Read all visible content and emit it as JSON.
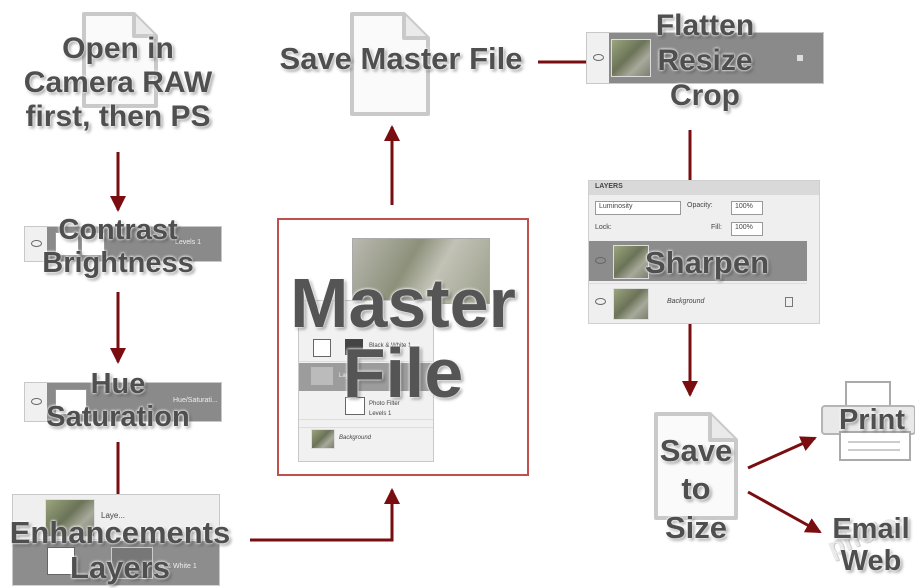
{
  "steps": {
    "open_camera_raw": [
      "Open in",
      "Camera RAW",
      "first, then PS"
    ],
    "contrast_brightness": [
      "Contrast",
      "Brightness"
    ],
    "hue_saturation": [
      "Hue",
      "Saturation"
    ],
    "enhancements_layers": [
      "Enhancements",
      "Layers"
    ],
    "master_file": [
      "Master",
      "File"
    ],
    "save_master_file": "Save Master File",
    "flatten_resize_crop": [
      "Flatten",
      "Resize",
      "Crop"
    ],
    "sharpen": "Sharpen",
    "save_to_size": [
      "Save",
      "to",
      "Size"
    ],
    "print": "Print",
    "email_web": [
      "Email",
      "Web"
    ]
  },
  "screenshots": {
    "levels_layer": "Levels 1",
    "hue_layer": "Hue/Saturati...",
    "bw_layer": "k & White 1",
    "layer_top": "Laye...",
    "layers_panel": {
      "title": "LAYERS",
      "blend_mode": "Luminosity",
      "opacity_label": "Opacity:",
      "opacity_value": "100%",
      "lock_label": "Lock:",
      "fill_label": "Fill:",
      "fill_value": "100%",
      "background_layer": "Background"
    },
    "master_panel": {
      "rows": [
        "Black & White 1",
        "Layer 1",
        "Photo Filter",
        "Levels 1",
        "Background"
      ]
    }
  },
  "watermark": "photo",
  "colors": {
    "arrow": "#7a0d10",
    "master_border": "#c0504d",
    "label_text": "#4f4f4f"
  }
}
